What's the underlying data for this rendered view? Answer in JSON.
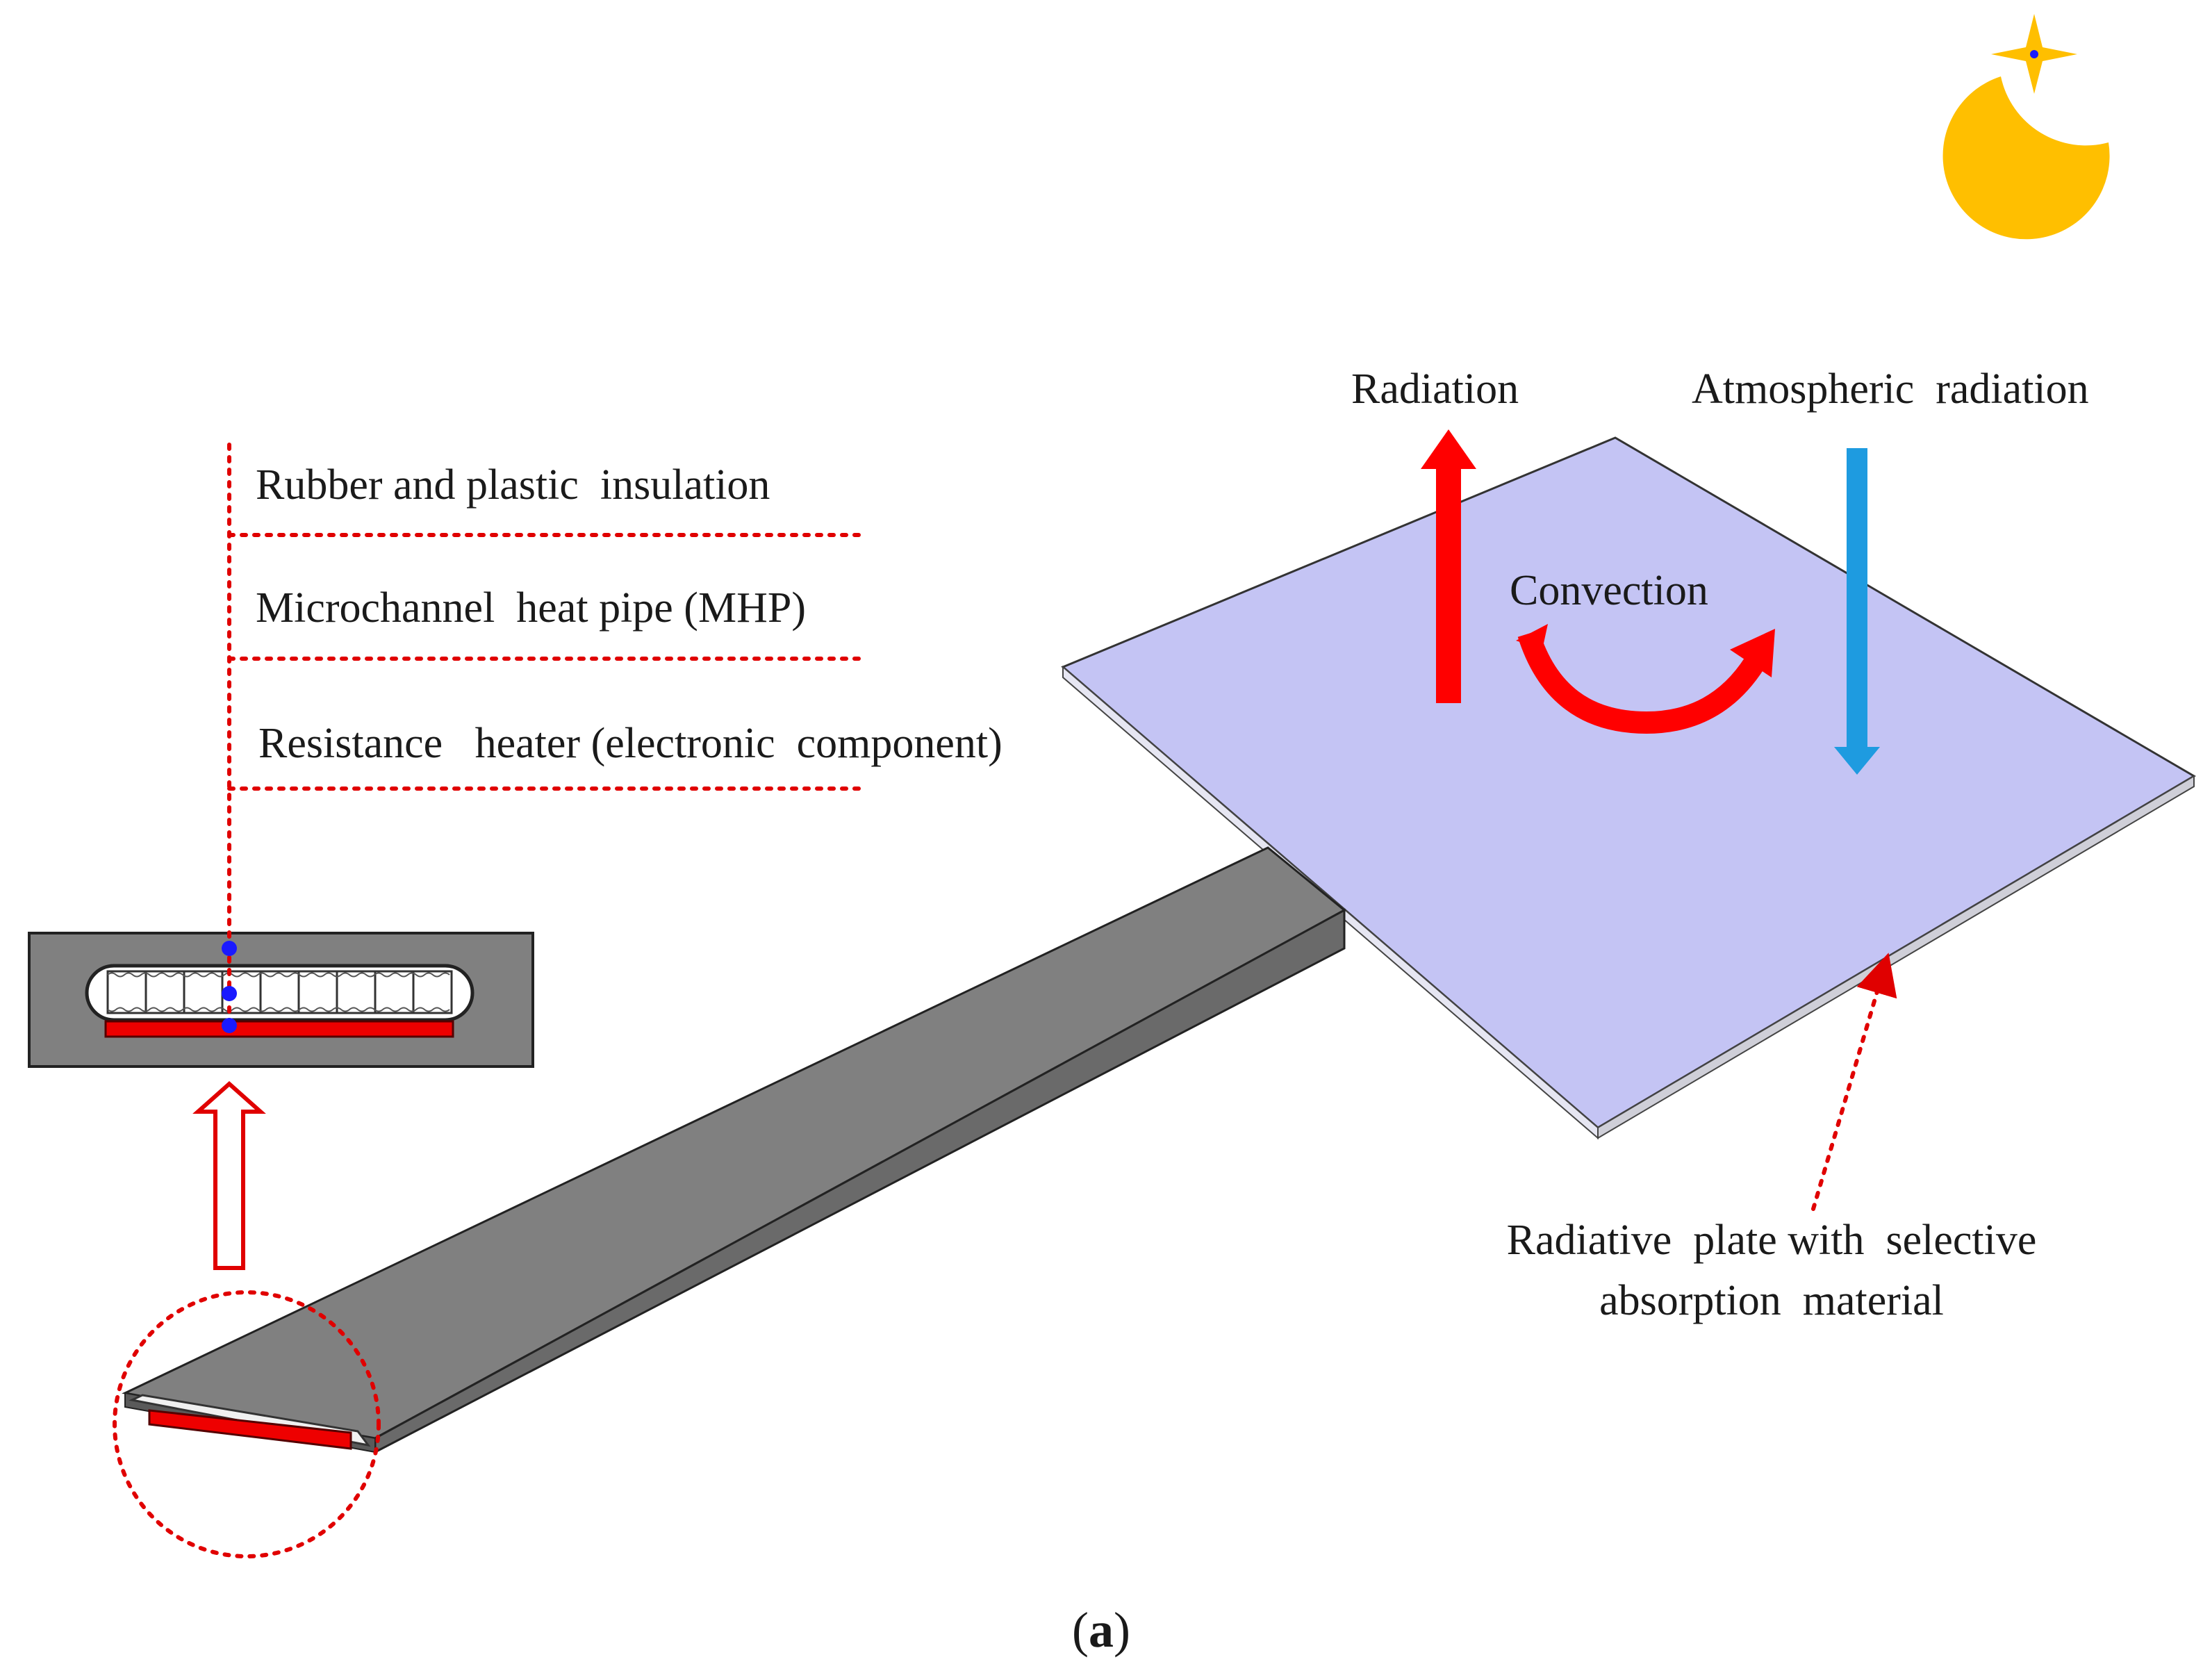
{
  "labels": {
    "rubber_insulation": "Rubber and plastic  insulation",
    "mhp": "Microchannel  heat pipe (MHP)",
    "resistance_heater": "Resistance   heater (electronic  component)",
    "radiation": "Radiation",
    "atmospheric_radiation": "Atmospheric  radiation",
    "convection": "Convection",
    "radiative_plate_line1": "Radiative  plate with  selective",
    "radiative_plate_line2": "absorption  material"
  },
  "caption": {
    "open": "(",
    "letter": "a",
    "close": ")"
  },
  "icons": {
    "night": "moon-and-star-icon"
  },
  "colors": {
    "plate": "#c4c4f4",
    "heat_pipe": "#808080",
    "heater": "#ee0000",
    "radiation_arrow": "#ff0000",
    "atmospheric_arrow": "#1e9be0",
    "moon": "#ffbf00",
    "leader_dots": "#e00000",
    "markers": "#1a1aff"
  }
}
